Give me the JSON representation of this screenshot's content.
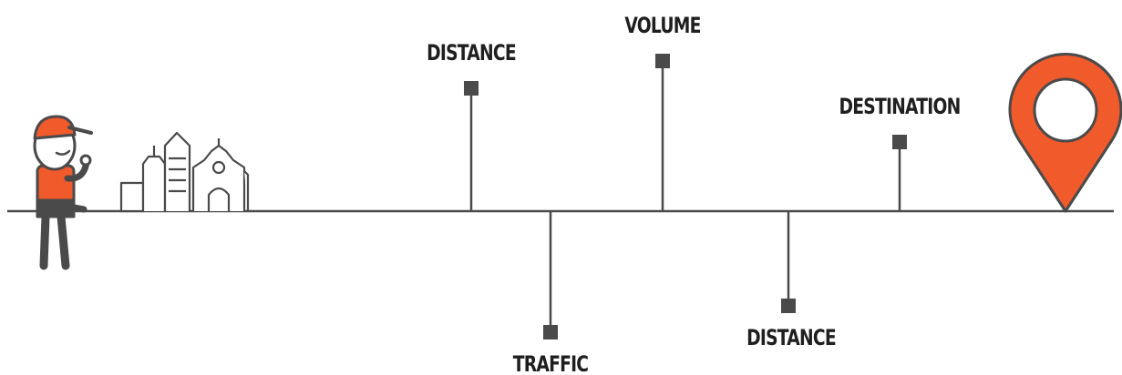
{
  "colors": {
    "accent": "#f15a2b",
    "line": "#4a4a4a",
    "text": "#1f1f1f"
  },
  "milestones": [
    {
      "label": "DISTANCE",
      "side": "above"
    },
    {
      "label": "TRAFFIC",
      "side": "below"
    },
    {
      "label": "VOLUME",
      "side": "above"
    },
    {
      "label": "DISTANCE",
      "side": "below"
    },
    {
      "label": "DESTINATION",
      "side": "above"
    }
  ],
  "icons": {
    "traveler": "person-icon",
    "start": "city-skyline-icon",
    "end": "location-pin-icon"
  }
}
